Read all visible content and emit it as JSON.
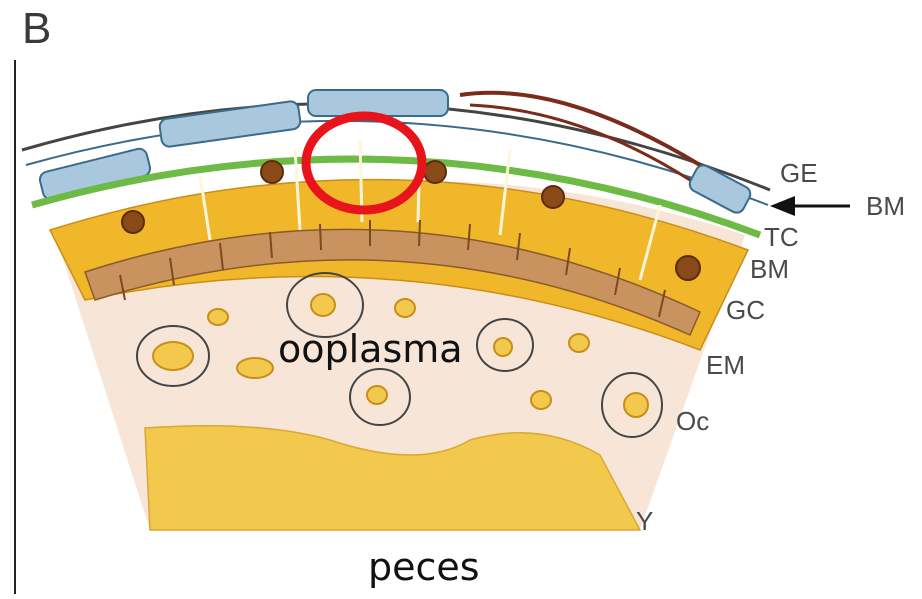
{
  "panel_letter": "B",
  "labels": {
    "ge": "GE",
    "bm_arrow": "BM",
    "tc": "TC",
    "bm": "BM",
    "gc": "GC",
    "em": "EM",
    "oc": "Oc",
    "y": "Y"
  },
  "annotations": {
    "ooplasma": "ooplasma",
    "peces": "peces"
  },
  "colors": {
    "highlight_circle": "#e8141b",
    "yolk": "#f2c94c",
    "granulosa": "#f0b72a",
    "ooplasm": "#f7e6d8",
    "basement_membrane": "#6dbb45",
    "theca": "#a9c7dd"
  }
}
